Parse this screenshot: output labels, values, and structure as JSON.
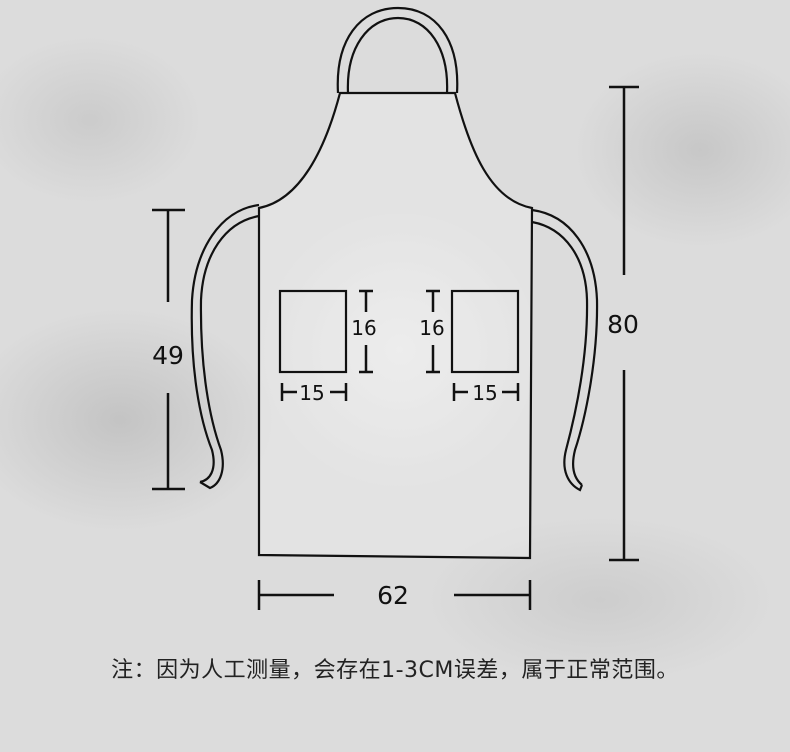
{
  "dimensions": {
    "length": "80",
    "width": "62",
    "tie_length": "49",
    "pocket_left_height": "16",
    "pocket_left_width": "15",
    "pocket_right_height": "16",
    "pocket_right_width": "15"
  },
  "note": "注：因为人工测量，会存在1-3CM误差，属于正常范围。"
}
